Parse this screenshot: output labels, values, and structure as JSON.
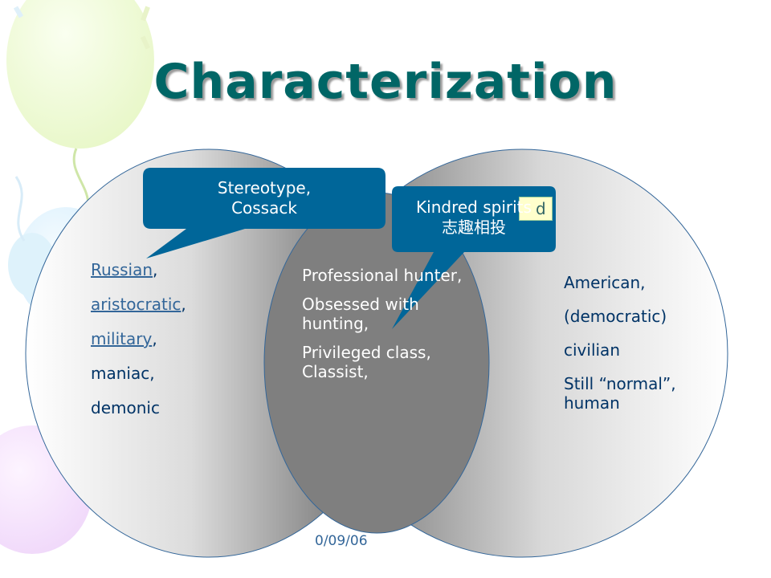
{
  "title": "Characterization",
  "left": {
    "items": [
      {
        "text": "Russian",
        "suffix": ",",
        "link": true
      },
      {
        "text": "aristocratic",
        "suffix": ",",
        "link": true
      },
      {
        "text": "military",
        "suffix": ",",
        "link": true
      },
      {
        "text": "maniac,",
        "suffix": "",
        "link": false
      },
      {
        "text": "demonic",
        "suffix": "",
        "link": false
      }
    ]
  },
  "middle": {
    "items": [
      "Professional hunter,",
      "Obsessed with hunting,",
      "Privileged class, Classist,"
    ]
  },
  "right": {
    "items": [
      "American,",
      "(democratic)",
      "civilian",
      "Still “normal”, human"
    ]
  },
  "callouts": {
    "stereotype_line1": "Stereotype,",
    "stereotype_line2": "Cossack",
    "kindred_line1": "Kindred spirits",
    "kindred_line2": "志趣相投"
  },
  "partial_label": "d",
  "date": "0/09/06",
  "colors": {
    "title": "#006666",
    "callout": "#006699",
    "middle_fill": "#7f7f7f",
    "text": "#003366",
    "link": "#336699"
  }
}
